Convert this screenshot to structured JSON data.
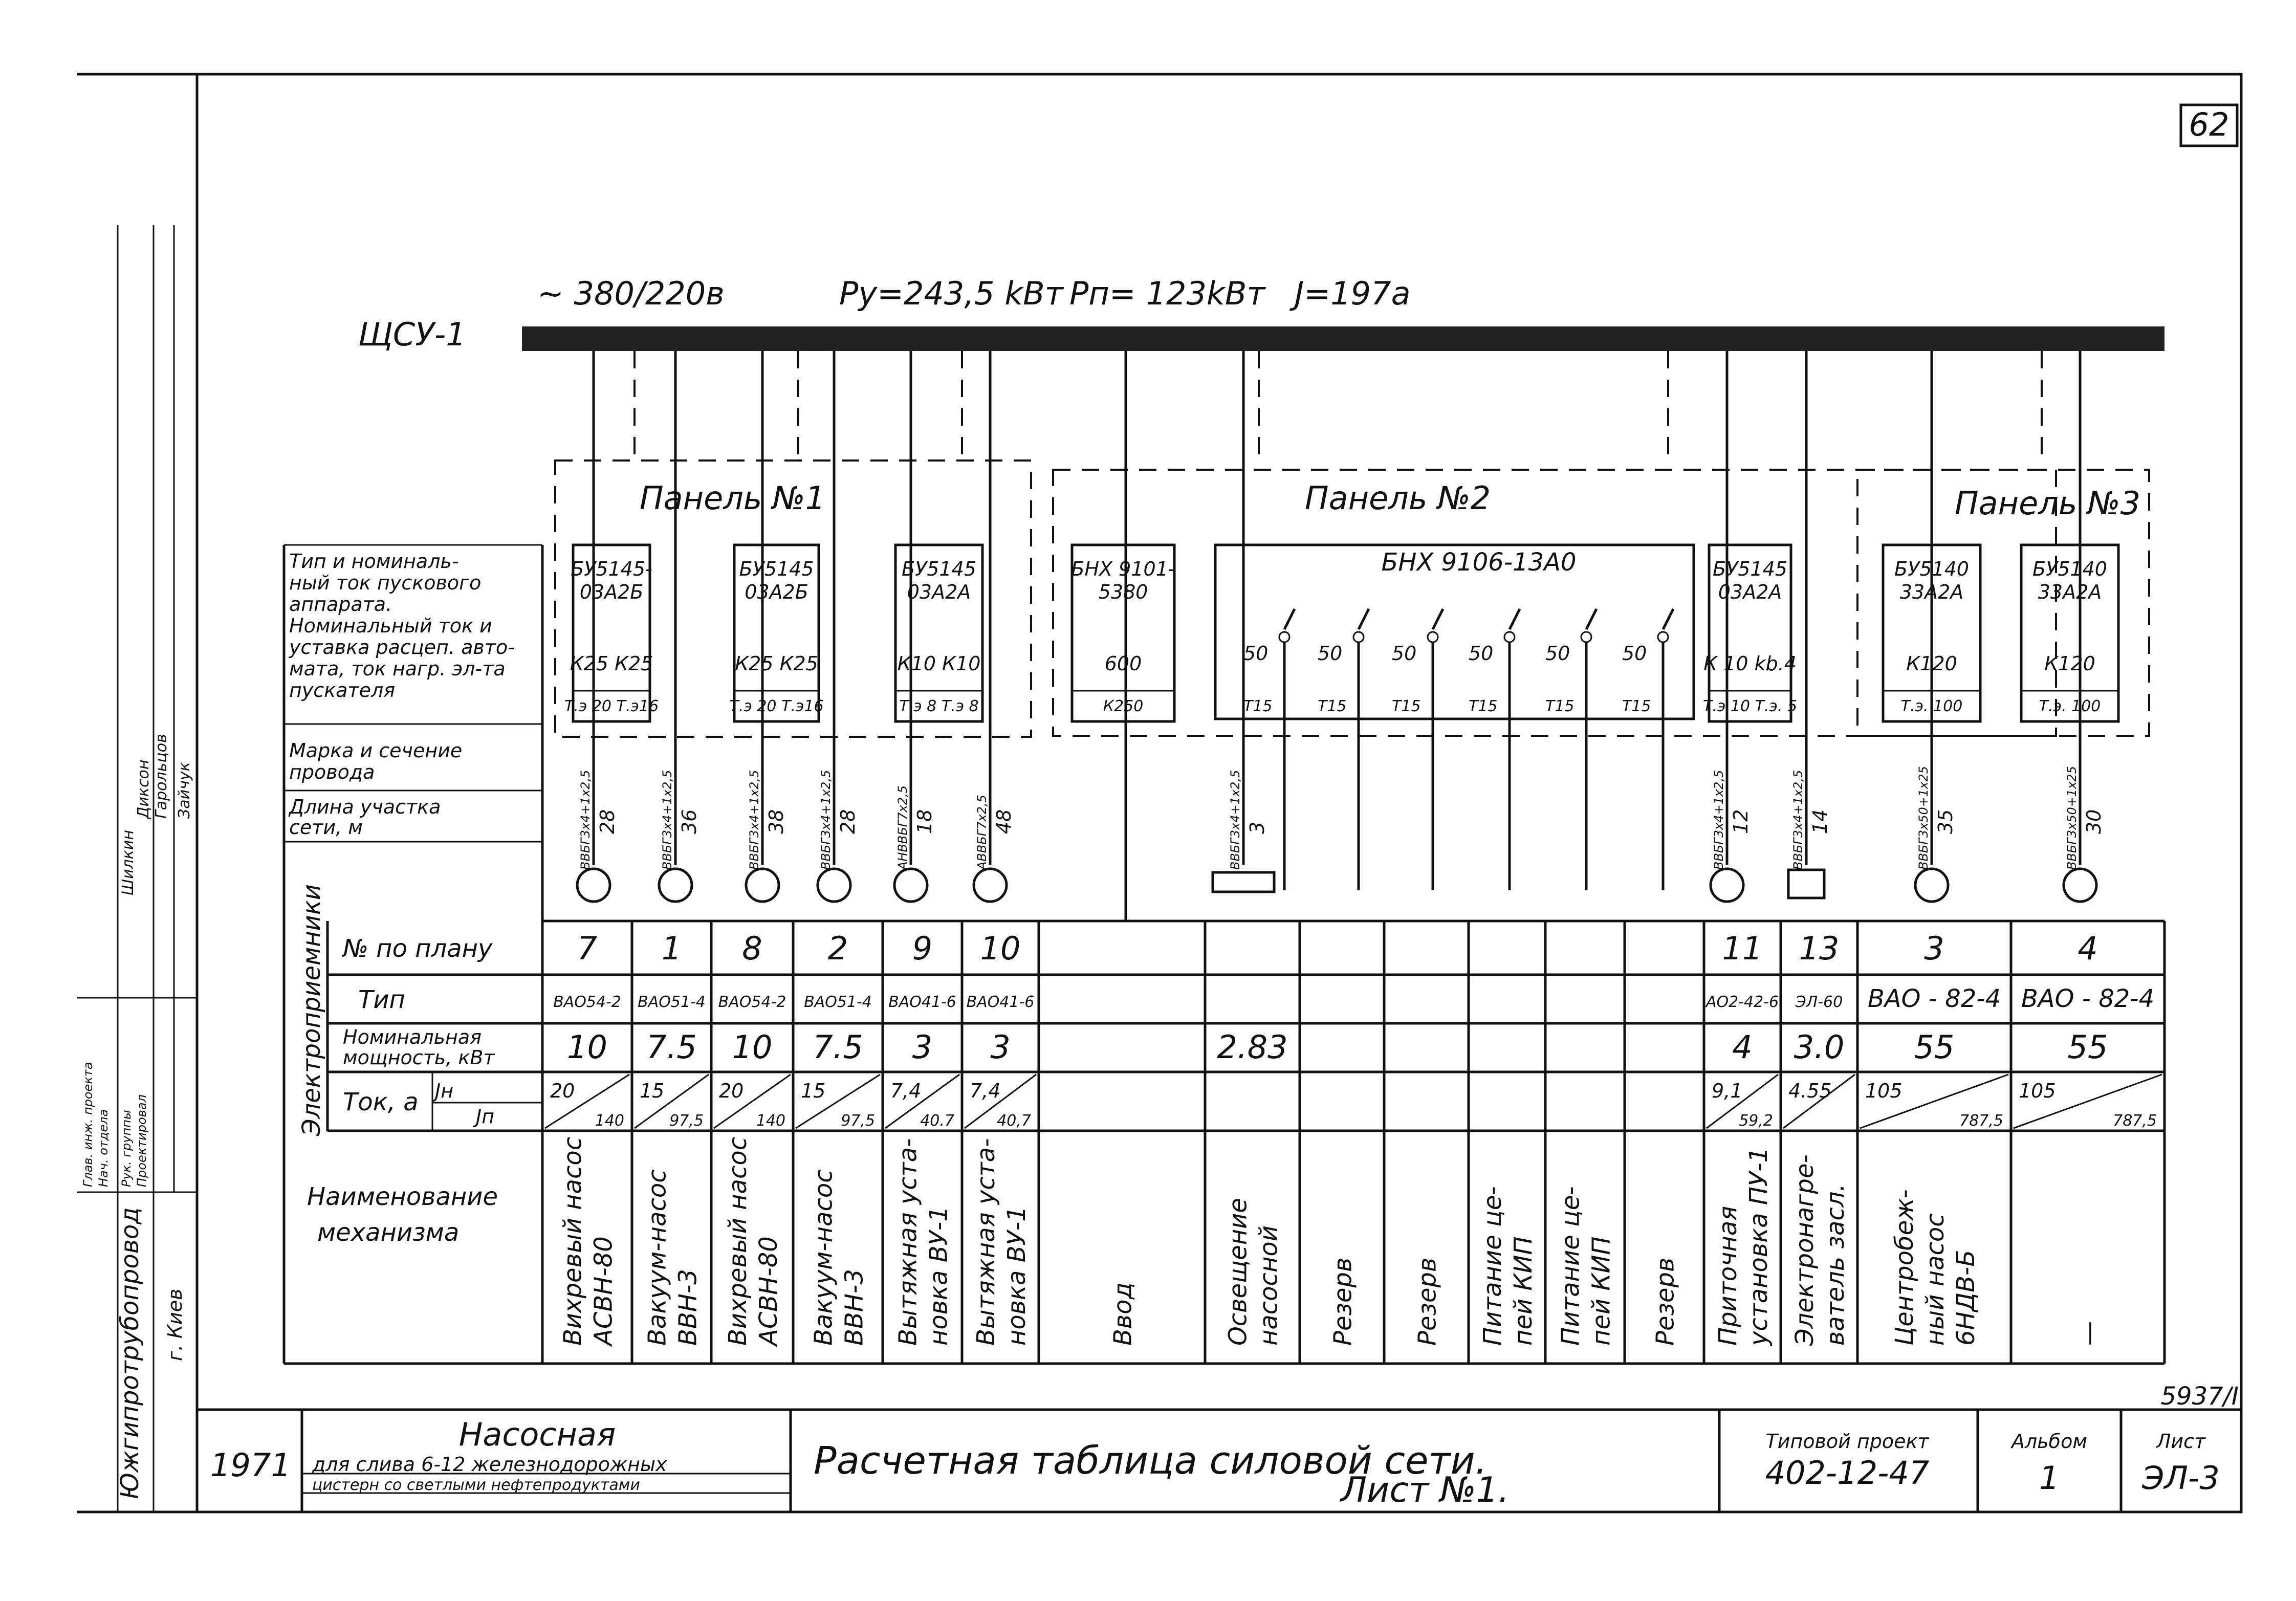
{
  "sheet_number": "62",
  "bus": {
    "name": "ЩСУ-1",
    "voltage": "~ 380/220в",
    "py": "Pу=243,5 kВт",
    "pn": "Pп= 123kВт",
    "current": "J=197а"
  },
  "panels": [
    "Панель №1",
    "Панель №2",
    "Панель №3"
  ],
  "panel2_header": "БНХ 9106-13А0",
  "row_labels": {
    "apparatus": [
      "Тип и номиналь-",
      "ный ток пускового",
      "аппарата.",
      "Номинальный ток и",
      "уставка расцеп. авто-",
      "мата, ток нагр. эл-та",
      "пускателя"
    ],
    "wire": [
      "Марка и сечение",
      "провода"
    ],
    "length": [
      "Длина участка",
      "сети, м"
    ],
    "consumers": "Электроприемники",
    "plan_no": "№ по плану",
    "type": "Тип",
    "power": [
      "Номинальная",
      "мощность, кВт"
    ],
    "current": "Ток, а",
    "in": "Jн",
    "ip": "Jп",
    "mech": [
      "Наименование",
      "механизма"
    ]
  },
  "apparatus": [
    {
      "type": [
        "БУ5145-",
        "03А2Б"
      ],
      "rating": "К25  К25",
      "heater": "Т.э 20 Т.э16"
    },
    {
      "type": [
        "БУ5145",
        "03А2Б"
      ],
      "rating": "К25  К25",
      "heater": "Т.э 20 Т.э16"
    },
    {
      "type": [
        "БУ5145",
        "03А2А"
      ],
      "rating": "К10  К10",
      "heater": "Т.э 8  Т.э 8"
    },
    {
      "type": [
        "БНХ 9101-",
        "5380"
      ],
      "rating": "600",
      "heater": "К250"
    },
    {
      "type": [
        "БУ5145",
        "03А2А"
      ],
      "rating": "К 10  kb.4",
      "heater": "Т.э 10 Т.э. 5"
    },
    {
      "type": [
        "БУ5140",
        "33А2А"
      ],
      "rating": "К120",
      "heater": "Т.э. 100"
    },
    {
      "type": [
        "БУ5140",
        "33А2А"
      ],
      "rating": "К120",
      "heater": "Т.э. 100"
    }
  ],
  "panel2_switches": [
    "50",
    "50",
    "50",
    "50",
    "50",
    "50"
  ],
  "panel2_heaters": [
    "Т15",
    "Т15",
    "Т15",
    "Т15",
    "Т15",
    "Т15"
  ],
  "feeders": [
    {
      "wire": "ВВБГ3х4+1х2,5",
      "length": "28"
    },
    {
      "wire": "ВВБГ3х4+1х2,5",
      "length": "36"
    },
    {
      "wire": "ВВБГ3х4+1х2,5",
      "length": "38"
    },
    {
      "wire": "ВВБГ3х4+1х2,5",
      "length": "28"
    },
    {
      "wire": "АНВВБГ7х2,5",
      "length": "18"
    },
    {
      "wire": "АВВБГ7х2,5",
      "length": "48"
    },
    {
      "wire": "ВВБГ3х4+1х2,5",
      "length": "3"
    },
    {
      "wire": "ВВБГ3х4+1х2,5",
      "length": "12"
    },
    {
      "wire": "ВВБГ3х4+1х2,5",
      "length": "14"
    },
    {
      "wire": "ВВБГ3х50+1х25",
      "length": "35"
    },
    {
      "wire": "ВВБГ3х50+1х25",
      "length": "30"
    }
  ],
  "table": {
    "plan": [
      "7",
      "1",
      "8",
      "2",
      "9",
      "10",
      "",
      "",
      "",
      "",
      "",
      "",
      "",
      "11",
      "13",
      "3",
      "4"
    ],
    "type": [
      "ВАО54-2",
      "ВАО51-4",
      "ВАО54-2",
      "ВАО51-4",
      "ВАО41-6",
      "ВАО41-6",
      "",
      "",
      "",
      "",
      "",
      "",
      "",
      "АО2-42-6",
      "ЭЛ-60",
      "ВАО - 82-4",
      "ВАО - 82-4"
    ],
    "power": [
      "10",
      "7.5",
      "10",
      "7.5",
      "3",
      "3",
      "",
      "2.83",
      "",
      "",
      "",
      "",
      "",
      "4",
      "3.0",
      "55",
      "55"
    ],
    "in": [
      "20",
      "15",
      "20",
      "15",
      "7,4",
      "7,4",
      "",
      "",
      "",
      "",
      "",
      "",
      "",
      "9,1",
      "4.55",
      "105",
      "105"
    ],
    "ip": [
      "140",
      "97,5",
      "140",
      "97,5",
      "40.7",
      "40,7",
      "",
      "",
      "",
      "",
      "",
      "",
      "",
      "59,2",
      "",
      "787,5",
      "787,5"
    ],
    "mech": [
      [
        "Вихревый насос",
        "АСВН-80"
      ],
      [
        "Вакуум-насос",
        "ВВН-3"
      ],
      [
        "Вихревый насос",
        "АСВН-80"
      ],
      [
        "Вакуум-насос",
        "ВВН-3"
      ],
      [
        "Вытяжная уста-",
        "новка ВУ-1"
      ],
      [
        "Вытяжная уста-",
        "новка ВУ-1"
      ],
      [
        "Ввод"
      ],
      [
        "Освещение",
        "насосной"
      ],
      [
        "Резерв"
      ],
      [
        "Резерв"
      ],
      [
        "Питание це-",
        "пей КИП"
      ],
      [
        "Питание це-",
        "пей КИП"
      ],
      [
        "Резерв"
      ],
      [
        "Приточная",
        "установка ПУ-1"
      ],
      [
        "Электронагре-",
        "ватель засл."
      ],
      [
        "Центробеж-",
        "ный насос",
        "6НДВ-Б"
      ],
      [
        "—"
      ]
    ]
  },
  "title_block": {
    "year": "1971",
    "object": "Насосная",
    "object_desc1": "для слива 6-12 железнодорожных",
    "object_desc2": "цистерн со светлыми нефтепродуктами",
    "drawing_title": "Расчетная таблица силовой сети.",
    "sheet_label": "Лист №1.",
    "project_label": "Типовой проект",
    "project_no": "402-12-47",
    "album_label": "Альбом",
    "album_no": "1",
    "list_label": "Лист",
    "list_no": "ЭЛ-3",
    "inventory": "5937/I"
  },
  "side_block": {
    "org": "Южгипротрубопровод",
    "city": "г. Киев",
    "roles": [
      "Глав. инж. проекта",
      "Нач. отдела",
      "Рук. группы",
      "Проектировал"
    ],
    "names": [
      "Шилкин",
      "Диксон",
      "Гарольцов",
      "Зайчук"
    ]
  }
}
